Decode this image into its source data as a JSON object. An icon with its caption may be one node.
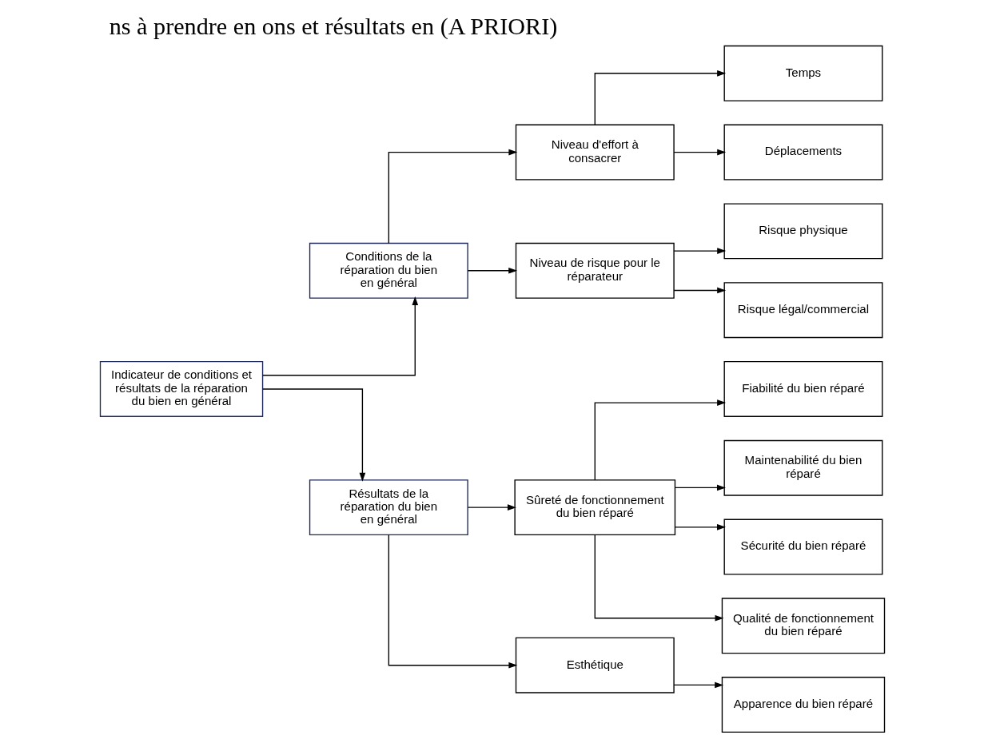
{
  "diagram": {
    "title": "ns à prendre en ons et résultats en (A PRIORI)",
    "nodes": [
      {
        "text": [
          "Indicateur de conditions et résultats de la réparation du bien en général"
        ]
      },
      {
        "text": [
          "Conditions de la réparation du bien en général"
        ]
      },
      {
        "text": [
          "Résultats de la réparation du bien en général"
        ]
      },
      {
        "text": [
          "Niveau d'effort à consacrer"
        ]
      },
      {
        "text": [
          "Niveau de risque pour le réparateur"
        ]
      },
      {
        "text": [
          "Sûreté de fonctionnement du bien réparé"
        ]
      },
      {
        "text": [
          "Esthétique"
        ]
      },
      {
        "text": [
          "Temps"
        ]
      },
      {
        "text": [
          "Déplacements"
        ]
      },
      {
        "text": [
          "Risque physique"
        ]
      },
      {
        "text": [
          "Risque légal/commercial"
        ]
      },
      {
        "text": [
          "Fiabilité du bien réparé"
        ]
      },
      {
        "text": [
          "Maintenabilité du bien réparé"
        ]
      },
      {
        "text": [
          "Sécurité du bien réparé"
        ]
      },
      {
        "text": [
          "Qualité de fonctionnement du bien réparé"
        ]
      },
      {
        "text": [
          "Apparence du bien réparé"
        ]
      }
    ],
    "edges": [
      {
        "from": 0,
        "to": 1,
        "arrow": "to"
      },
      {
        "from": 0,
        "to": 2,
        "arrow": "to"
      },
      {
        "from": 1,
        "to": 3,
        "arrow": "to"
      },
      {
        "from": 1,
        "to": 4,
        "arrow": "to"
      },
      {
        "from": 2,
        "to": 5,
        "arrow": "to"
      },
      {
        "from": 2,
        "to": 6,
        "arrow": "to"
      },
      {
        "from": 3,
        "to": 7,
        "arrow": "to"
      },
      {
        "from": 3,
        "to": 8,
        "arrow": "to"
      },
      {
        "from": 4,
        "to": 9,
        "arrow": "to"
      },
      {
        "from": 4,
        "to": 10,
        "arrow": "to"
      },
      {
        "from": 5,
        "to": 11,
        "arrow": "to"
      },
      {
        "from": 5,
        "to": 12,
        "arrow": "to"
      },
      {
        "from": 5,
        "to": 13,
        "arrow": "to"
      },
      {
        "from": 5,
        "to": 14,
        "arrow": "to"
      },
      {
        "from": 6,
        "to": 15,
        "arrow": "to"
      }
    ]
  }
}
